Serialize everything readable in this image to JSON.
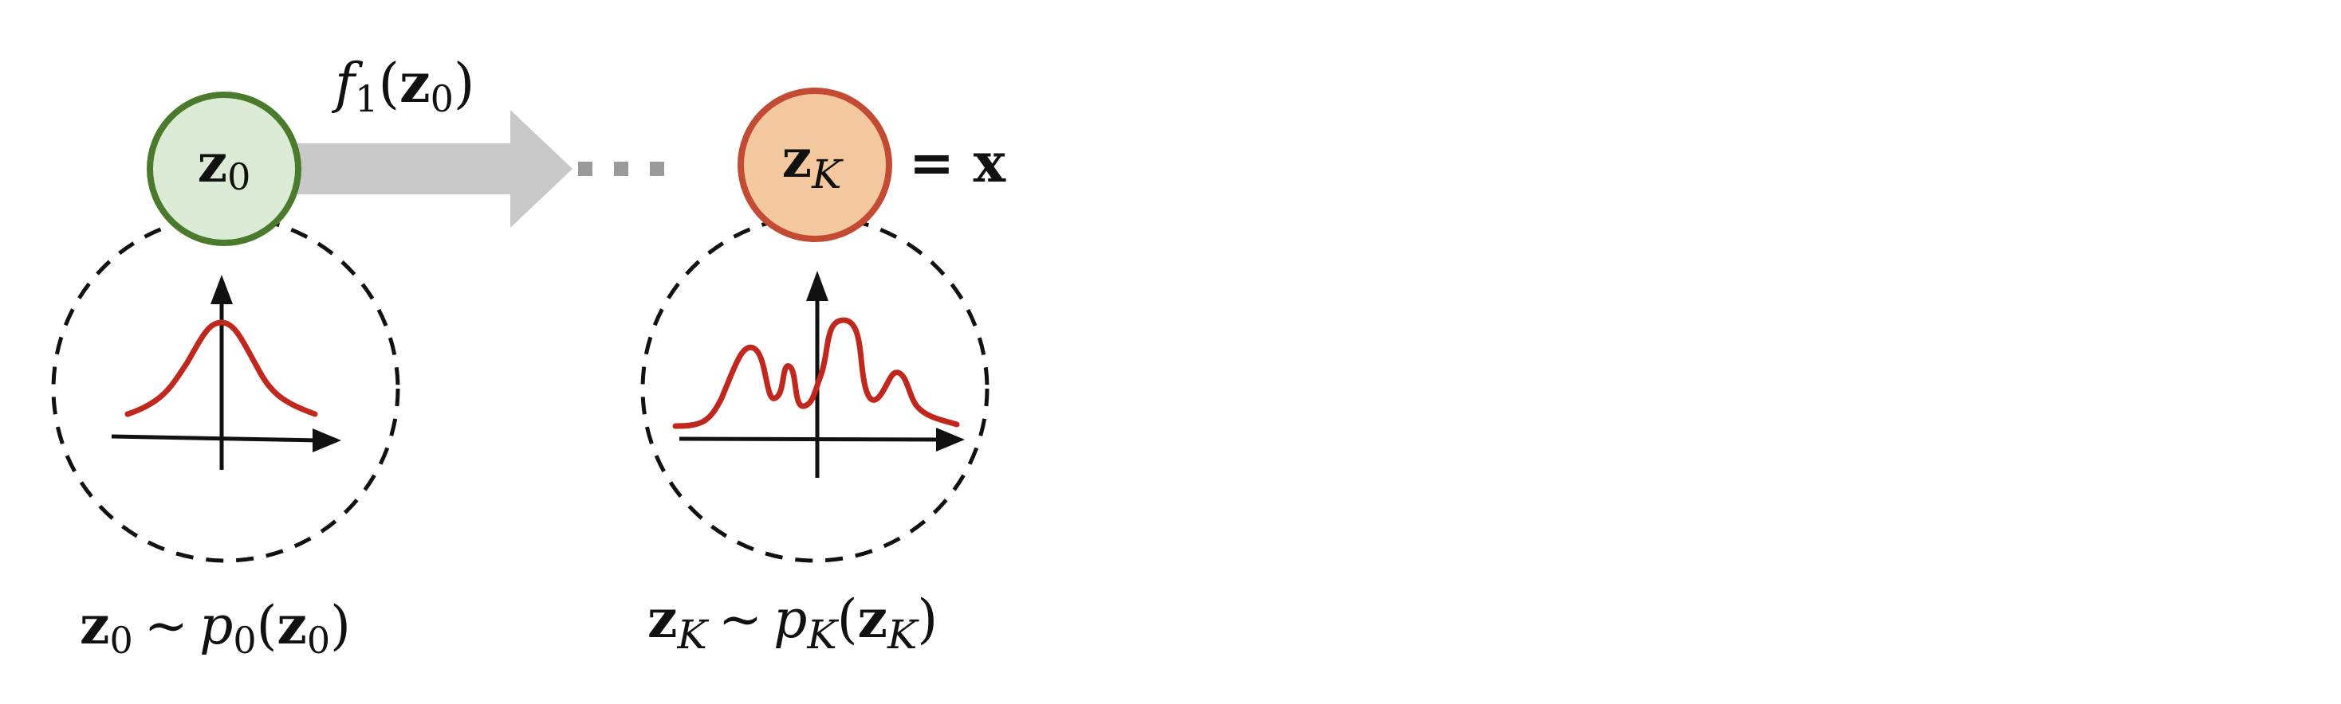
{
  "colors": {
    "start_fill": "#dcebd6",
    "start_stroke": "#4a7a2c",
    "end_fill": "#f3c89e",
    "end_stroke": "#c44b33",
    "arrow": "#c8c8c8",
    "curve": "#c0281e",
    "axis": "#111111",
    "dashed": "#111111"
  },
  "nodes": {
    "start": {
      "var": "z",
      "sub": "0"
    },
    "end": {
      "var": "z",
      "sub": "K",
      "equals": "= x"
    }
  },
  "transform": {
    "fn": "f",
    "fn_sub": "1",
    "arg_var": "z",
    "arg_sub": "0",
    "ellipsis": "···"
  },
  "labels": {
    "start": {
      "lhs_var": "z",
      "lhs_sub": "0",
      "tilde": "∼",
      "p": "p",
      "p_sub": "0",
      "arg_var": "z",
      "arg_sub": "0"
    },
    "end": {
      "lhs_var": "z",
      "lhs_sub": "K",
      "tilde": "∼",
      "p": "p",
      "p_sub": "K",
      "arg_var": "z",
      "arg_sub": "K"
    }
  },
  "densities": {
    "start": {
      "shape": "unimodal gaussian"
    },
    "end": {
      "shape": "multimodal"
    }
  }
}
